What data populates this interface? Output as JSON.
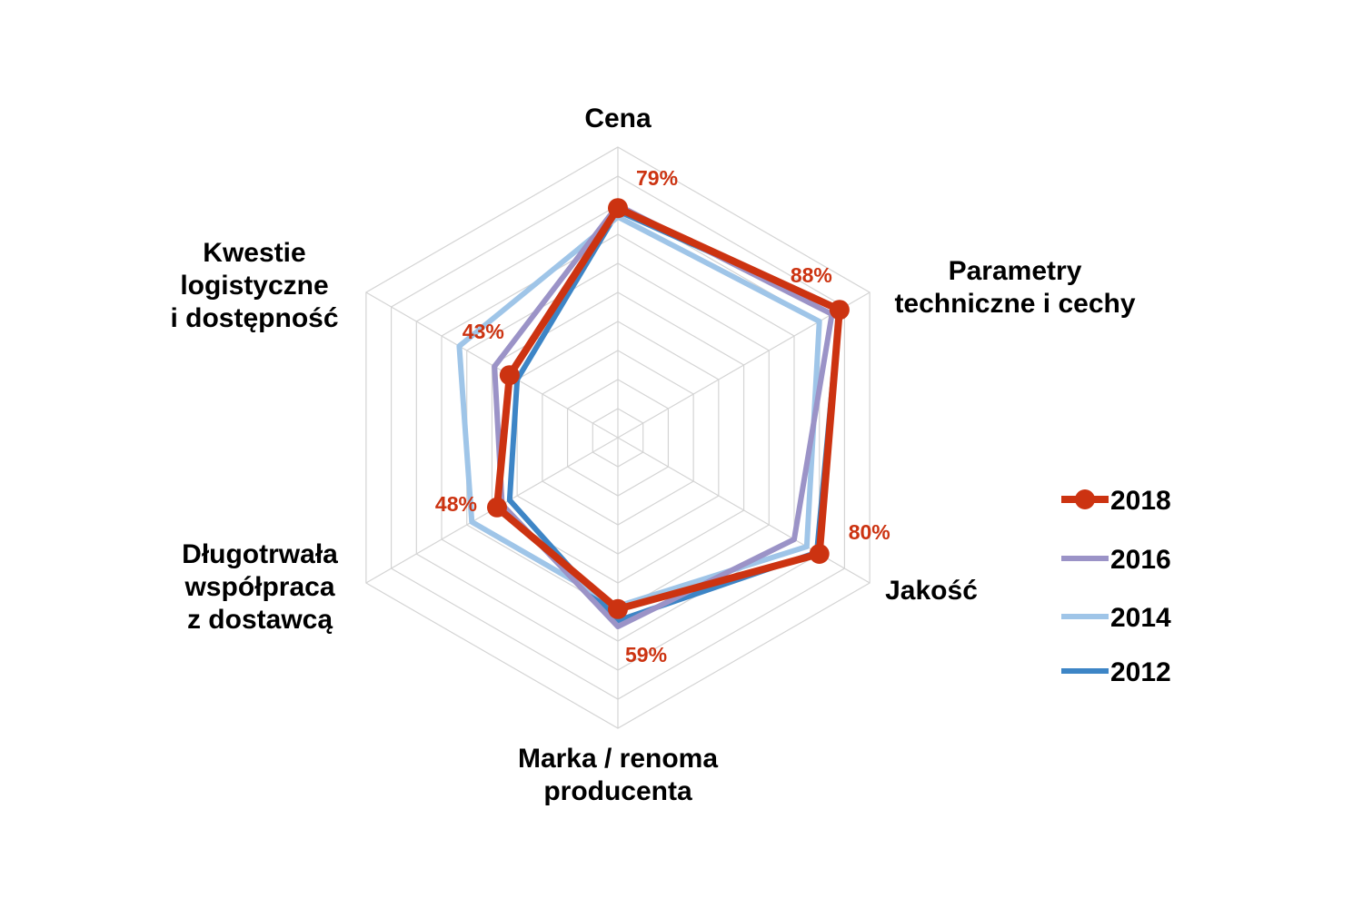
{
  "chart_data": {
    "type": "radar",
    "categories": [
      {
        "lines": [
          "Cena"
        ]
      },
      {
        "lines": [
          "Parametry",
          "techniczne i cechy"
        ]
      },
      {
        "lines": [
          "Jakość"
        ]
      },
      {
        "lines": [
          "Marka / renoma",
          "producenta"
        ]
      },
      {
        "lines": [
          "Długotrwała",
          "współpraca",
          "z dostawcą"
        ]
      },
      {
        "lines": [
          "Kwestie",
          "logistyczne",
          "i dostępność"
        ]
      }
    ],
    "rmax": 100,
    "grid_levels": 10,
    "series": [
      {
        "name": "2012",
        "color": "#3d85c6",
        "marker": false,
        "values": [
          78,
          88,
          79,
          63,
          43,
          40
        ]
      },
      {
        "name": "2014",
        "color": "#9fc5e8",
        "marker": false,
        "values": [
          76,
          80,
          75,
          58,
          58,
          63
        ]
      },
      {
        "name": "2016",
        "color": "#9b93c7",
        "marker": false,
        "values": [
          80,
          85,
          70,
          65,
          46,
          49
        ]
      },
      {
        "name": "2018",
        "color": "#cc3311",
        "marker": true,
        "values": [
          79,
          88,
          80,
          59,
          48,
          43
        ]
      }
    ],
    "data_labels": [
      "79%",
      "88%",
      "80%",
      "59%",
      "48%",
      "43%"
    ],
    "legend_order": [
      "2018",
      "2016",
      "2014",
      "2012"
    ],
    "legend_position": "right"
  }
}
